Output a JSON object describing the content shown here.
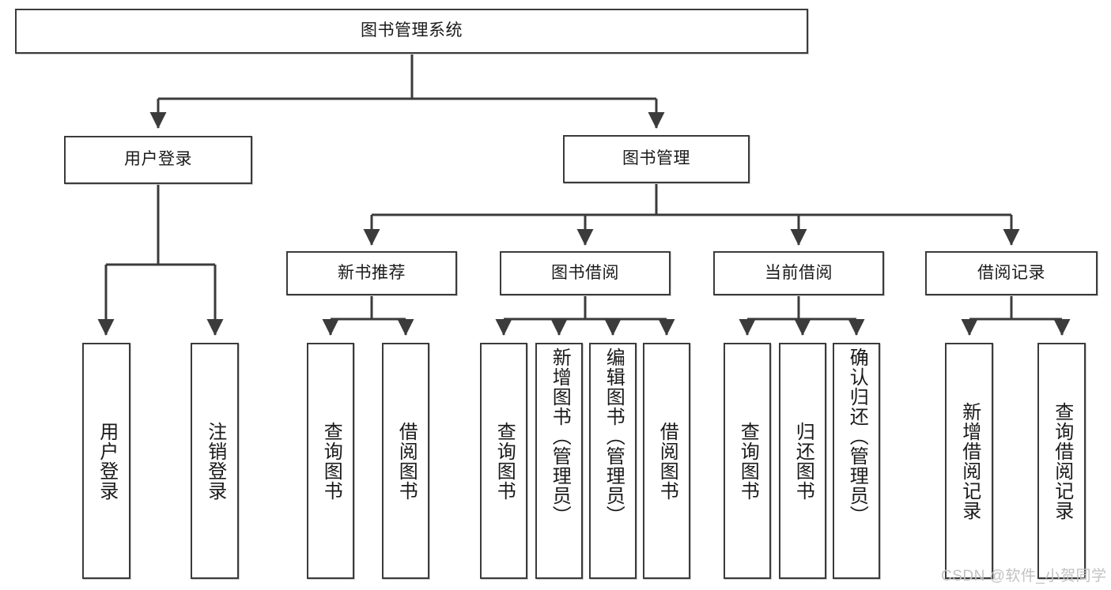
{
  "diagram": {
    "type": "tree-hierarchy",
    "title": "图书管理系统",
    "root": {
      "id": "root",
      "label": "图书管理系统"
    },
    "level2": [
      {
        "id": "user-login",
        "label": "用户登录"
      },
      {
        "id": "book-manage",
        "label": "图书管理"
      }
    ],
    "level3": [
      {
        "id": "new-book-recommend",
        "label": "新书推荐",
        "parent": "book-manage"
      },
      {
        "id": "book-borrow",
        "label": "图书借阅",
        "parent": "book-manage"
      },
      {
        "id": "current-borrow",
        "label": "当前借阅",
        "parent": "book-manage"
      },
      {
        "id": "borrow-record",
        "label": "借阅记录",
        "parent": "book-manage"
      }
    ],
    "leaves": {
      "user_login": [
        {
          "id": "leaf-user-login",
          "label": "用户登录"
        },
        {
          "id": "leaf-user-logout",
          "label": "注销登录"
        }
      ],
      "new_book_recommend": [
        {
          "id": "leaf-query-book-1",
          "label": "查询图书"
        },
        {
          "id": "leaf-borrow-book-1",
          "label": "借阅图书"
        }
      ],
      "book_borrow": [
        {
          "id": "leaf-query-book-2",
          "label": "查询图书"
        },
        {
          "id": "leaf-add-book",
          "label": "新增图书（管理员）"
        },
        {
          "id": "leaf-edit-book",
          "label": "编辑图书（管理员）"
        },
        {
          "id": "leaf-borrow-book-2",
          "label": "借阅图书"
        }
      ],
      "current_borrow": [
        {
          "id": "leaf-query-book-3",
          "label": "查询图书"
        },
        {
          "id": "leaf-return-book",
          "label": "归还图书"
        },
        {
          "id": "leaf-confirm-return",
          "label": "确认归还（管理员）"
        }
      ],
      "borrow_record": [
        {
          "id": "leaf-add-record",
          "label": "新增借阅记录"
        },
        {
          "id": "leaf-query-record",
          "label": "查询借阅记录"
        }
      ]
    },
    "colors": {
      "stroke": "#3b3b3b",
      "fill": "#ffffff",
      "text": "#1a1a1a",
      "watermark": "#c2c2c2"
    }
  },
  "watermark": {
    "text": "CSDN @软件_小贺同学"
  }
}
